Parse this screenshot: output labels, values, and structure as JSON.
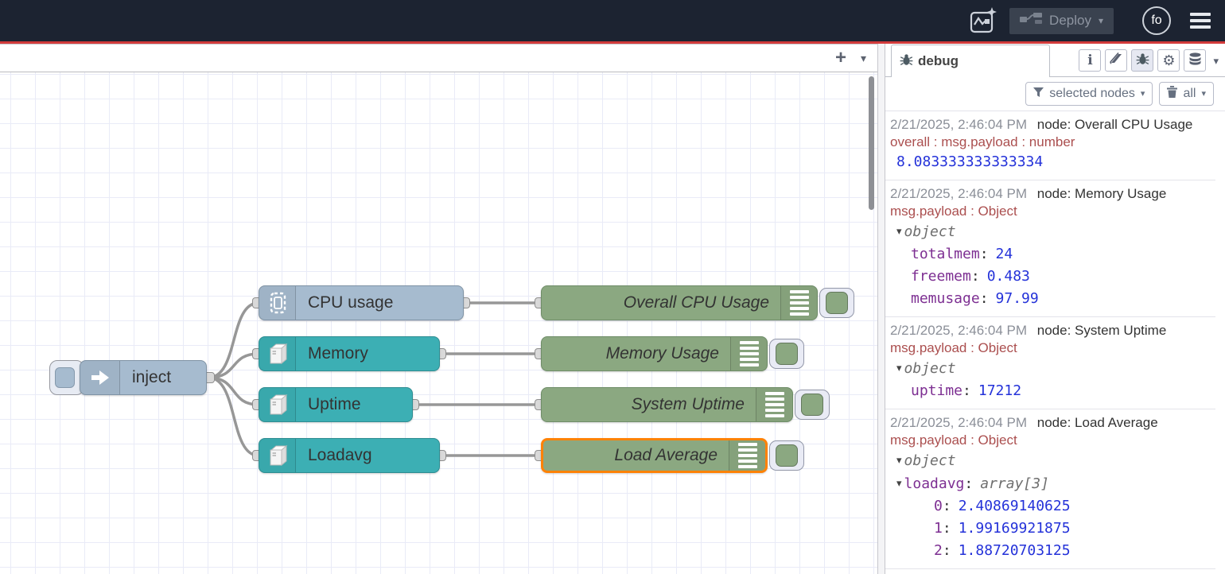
{
  "ui": {
    "caret_down": "▾",
    "plus": "+",
    "colon": ":"
  },
  "colors": {
    "header_bg": "#1c2331",
    "accent_red": "#d23b3b",
    "wire": "#979797",
    "node_inject": "#a6bbcf",
    "node_teal": "#3cafb4",
    "node_green": "#8ba881",
    "selection": "#ff8207",
    "debug_key": "#7d2f92",
    "debug_value": "#2432d9",
    "debug_meta": "#ab4f4f"
  },
  "header": {
    "deploy_label": "Deploy",
    "avatar_label": "fo"
  },
  "flow": {
    "inject": {
      "label": "inject"
    },
    "cpu_usage": {
      "label": "CPU usage"
    },
    "memory": {
      "label": "Memory"
    },
    "uptime": {
      "label": "Uptime"
    },
    "loadavg": {
      "label": "Loadavg"
    },
    "overall_cpu": {
      "label": "Overall CPU Usage"
    },
    "memory_usage": {
      "label": "Memory Usage"
    },
    "system_uptime": {
      "label": "System Uptime"
    },
    "load_average": {
      "label": "Load Average",
      "selected": true
    }
  },
  "sidebar": {
    "tab_label": "debug",
    "filter_label": "selected nodes",
    "clear_label": "all",
    "messages": [
      {
        "time": "2/21/2025, 2:46:04 PM",
        "source": "node: Overall CPU Usage",
        "meta": "overall : msg.payload : number",
        "value": "8.083333333333334"
      },
      {
        "time": "2/21/2025, 2:46:04 PM",
        "source": "node: Memory Usage",
        "meta": "msg.payload : Object",
        "root": "object",
        "entries": [
          {
            "key": "totalmem",
            "value": "24"
          },
          {
            "key": "freemem",
            "value": "0.483"
          },
          {
            "key": "memusage",
            "value": "97.99"
          }
        ]
      },
      {
        "time": "2/21/2025, 2:46:04 PM",
        "source": "node: System Uptime",
        "meta": "msg.payload : Object",
        "root": "object",
        "entries": [
          {
            "key": "uptime",
            "value": "17212"
          }
        ]
      },
      {
        "time": "2/21/2025, 2:46:04 PM",
        "source": "node: Load Average",
        "meta": "msg.payload : Object",
        "root": "object",
        "array_key": "loadavg",
        "array_type": "array[3]",
        "items": [
          {
            "key": "0",
            "value": "2.40869140625"
          },
          {
            "key": "1",
            "value": "1.99169921875"
          },
          {
            "key": "2",
            "value": "1.88720703125"
          }
        ]
      }
    ]
  }
}
